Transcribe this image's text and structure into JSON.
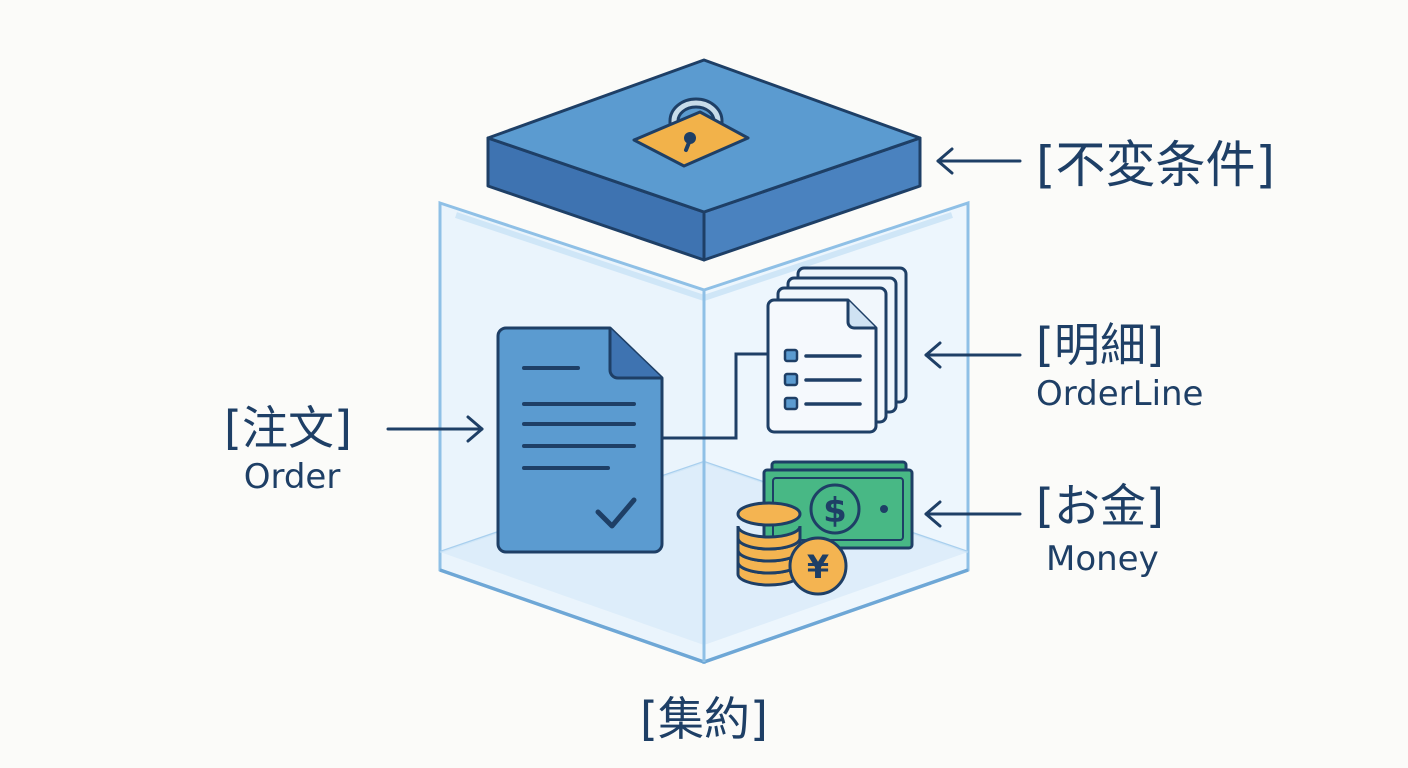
{
  "labels": {
    "invariant": "[不変条件]",
    "line_item": "[明細]",
    "line_item_en": "OrderLine",
    "money": "[お金]",
    "money_en": "Money",
    "order": "[注文]",
    "order_en": "Order",
    "aggregate": "[集約]"
  },
  "icons": {
    "lid": "lock-icon",
    "order": "document-check-icon",
    "line_items": "document-stack-list-icon",
    "money": "banknote-coins-icon"
  },
  "coin_symbols": {
    "dollar": "$",
    "yen": "¥"
  },
  "colors": {
    "ink": "#1e3f66",
    "lid_top": "#5b9bd0",
    "lid_side": "#3f74b0",
    "glass_edge": "#8fc0e6",
    "glass_fill": "#e7f2fb",
    "lock": "#f2b24a",
    "money_green": "#3fae7c",
    "coin": "#f4b451"
  }
}
